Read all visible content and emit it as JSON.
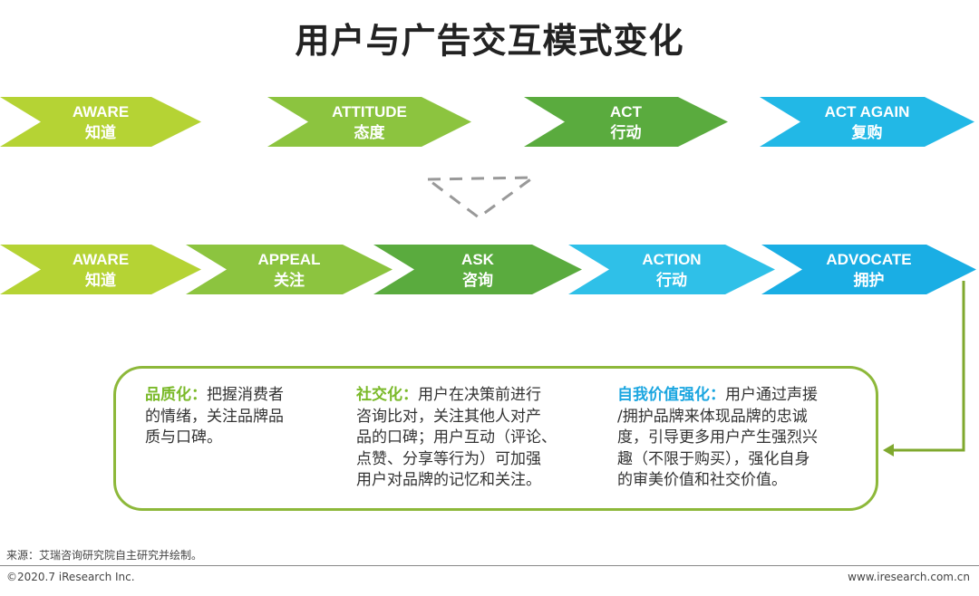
{
  "title": "用户与广告交互模式变化",
  "top_row": [
    {
      "en": "AWARE",
      "zh": "知道",
      "color": "#b5d334"
    },
    {
      "en": "ATTITUDE",
      "zh": "态度",
      "color": "#8cc43f"
    },
    {
      "en": "ACT",
      "zh": "行动",
      "color": "#5aab3e"
    },
    {
      "en": "ACT AGAIN",
      "zh": "复购",
      "color": "#22b8e6"
    }
  ],
  "bottom_row": [
    {
      "en": "AWARE",
      "zh": "知道",
      "color": "#b5d334"
    },
    {
      "en": "APPEAL",
      "zh": "关注",
      "color": "#8cc43f"
    },
    {
      "en": "ASK",
      "zh": "咨询",
      "color": "#5aab3e"
    },
    {
      "en": "ACTION",
      "zh": "行动",
      "color": "#2fc0e8"
    },
    {
      "en": "ADVOCATE",
      "zh": "拥护",
      "color": "#1aaee4"
    }
  ],
  "notes": [
    {
      "label": "品质化：",
      "label_color": "#7ab929",
      "lines": [
        "把握消费者",
        "的情绪，关注品牌品",
        "质与口碑。"
      ]
    },
    {
      "label": "社交化：",
      "label_color": "#7ab929",
      "lines": [
        "用户在决策前进行",
        "咨询比对，关注其他人对产",
        "品的口碑；用户互动（评论、",
        "点赞、分享等行为）可加强",
        "用户对品牌的记忆和关注。"
      ]
    },
    {
      "label": "自我价值强化：",
      "label_color": "#1ba6e0",
      "lines": [
        "用户通过声援",
        "/拥护品牌来体现品牌的忠诚",
        "度，引导更多用户产生强烈兴",
        "趣（不限于购买），强化自身",
        "的审美价值和社交价值。"
      ]
    }
  ],
  "footer": {
    "source": "来源：艾瑞咨询研究院自主研究并绘制。",
    "copyright": "©2020.7 iResearch Inc.",
    "site": "www.iresearch.com.cn"
  }
}
